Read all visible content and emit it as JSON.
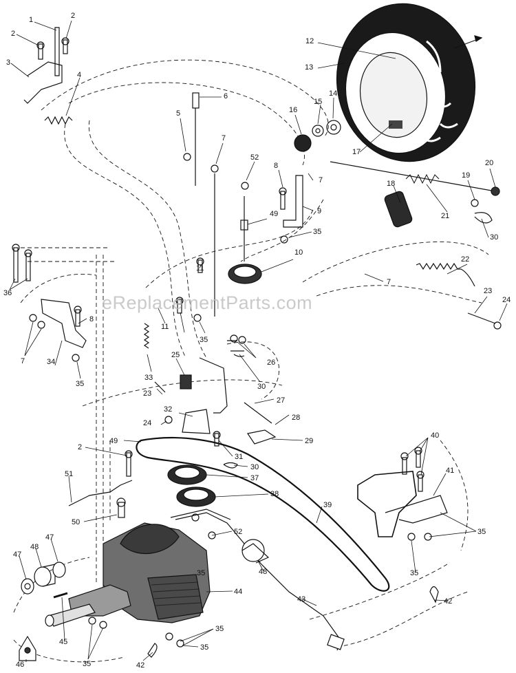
{
  "diagram": {
    "watermark": "eReplacementParts.com",
    "callouts": [
      "1",
      "2",
      "2",
      "3",
      "4",
      "6",
      "5",
      "7",
      "12",
      "13",
      "14",
      "15",
      "16",
      "17",
      "52",
      "8",
      "7",
      "9",
      "49",
      "35",
      "18",
      "19",
      "20",
      "21",
      "30",
      "10",
      "22",
      "7",
      "23",
      "24",
      "36",
      "11",
      "11",
      "8",
      "35",
      "7",
      "34",
      "35",
      "26",
      "33",
      "25",
      "30",
      "23",
      "27",
      "28",
      "32",
      "24",
      "29",
      "49",
      "31",
      "2",
      "30",
      "37",
      "40",
      "41",
      "51",
      "38",
      "39",
      "50",
      "52",
      "35",
      "47",
      "48",
      "47",
      "48",
      "35",
      "35",
      "44",
      "43",
      "42",
      "45",
      "35",
      "35",
      "46",
      "35",
      "42"
    ]
  }
}
